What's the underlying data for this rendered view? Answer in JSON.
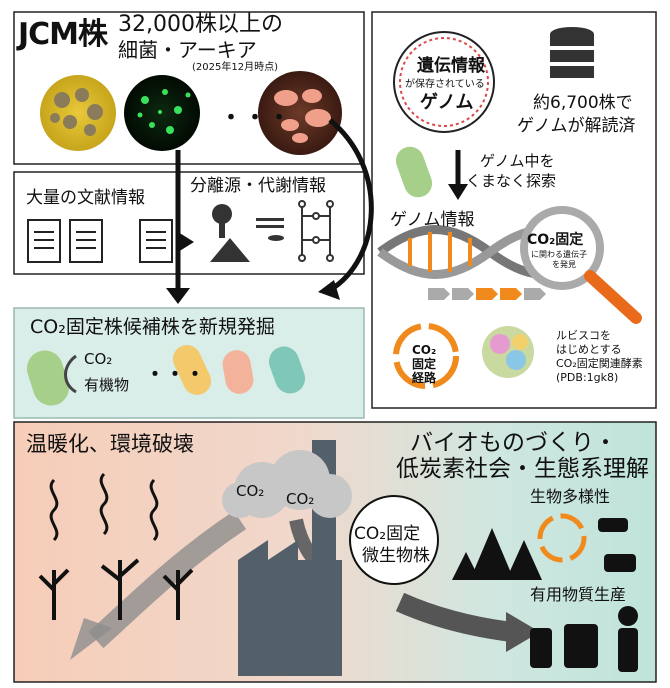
{
  "top_left": {
    "jcm": "JCM株",
    "count_line1": "32,000株以上の",
    "count_line2": "細菌・アーキア",
    "date_note": "(2025年12月時点)",
    "ellipsis": "・・・"
  },
  "literature": {
    "label": "大量の文献情報",
    "isolation_label": "分離源・代謝情報"
  },
  "genome_panel": {
    "badge_line1": "遺伝情報",
    "badge_line2": "が保存されている",
    "badge_line3": "ゲノム",
    "count_line1": "約6,700株で",
    "count_line2": "ゲノムが解読済",
    "search_line1": "ゲノム中を",
    "search_line2": "くまなく探索",
    "genome_info": "ゲノム情報",
    "magnifier_line1": "CO₂固定",
    "magnifier_line2": "に関わる遺伝子",
    "magnifier_line3": "を発見",
    "pathway_line1": "CO₂",
    "pathway_line2": "固定",
    "pathway_line3": "経路",
    "rubisco_line1": "ルビスコを",
    "rubisco_line2": "はじめとする",
    "rubisco_line3": "CO₂固定関連酵素",
    "rubisco_line4": "(PDB:1gk8)"
  },
  "candidate": {
    "title": "CO₂固定株候補株を新規発掘",
    "co2": "CO₂",
    "organic": "有機物",
    "ellipsis": "・・・"
  },
  "bottom": {
    "warming": "温暖化、環境破壊",
    "bio_line1": "バイオものづくり・",
    "bio_line2": "低炭素社会・生態系理解",
    "co2_a": "CO₂",
    "co2_b": "CO₂",
    "fix_line1": "CO₂固定",
    "fix_line2": "微生物株",
    "biodiversity": "生物多様性",
    "useful": "有用物質生産"
  },
  "colors": {
    "accent_orange": "#f08a1c",
    "candidate_bg": "#d9ede9",
    "warm_bg": "#f6cdb8",
    "cool_bg": "#c8e6df",
    "dna_gray": "#888888"
  }
}
